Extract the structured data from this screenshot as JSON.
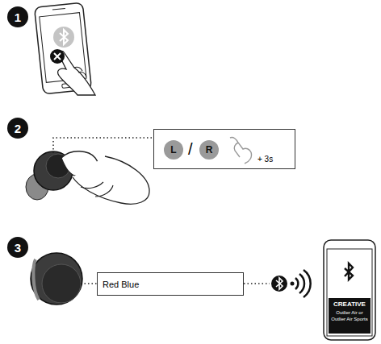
{
  "diagram": {
    "nodes": [
      {
        "text": [
          "1"
        ]
      },
      {
        "text": [
          "2"
        ]
      },
      {
        "text": [
          "/",
          "+ 3s"
        ]
      },
      {
        "text": [
          "L"
        ],
        "in": 2
      },
      {
        "text": [
          "R"
        ],
        "in": 2
      },
      {
        "text": [
          "3"
        ]
      },
      {
        "text": [
          "Red Blue"
        ]
      },
      {
        "text": [
          "CREATIVE",
          "Outlier Air or Outlier Air Sports"
        ]
      }
    ]
  }
}
